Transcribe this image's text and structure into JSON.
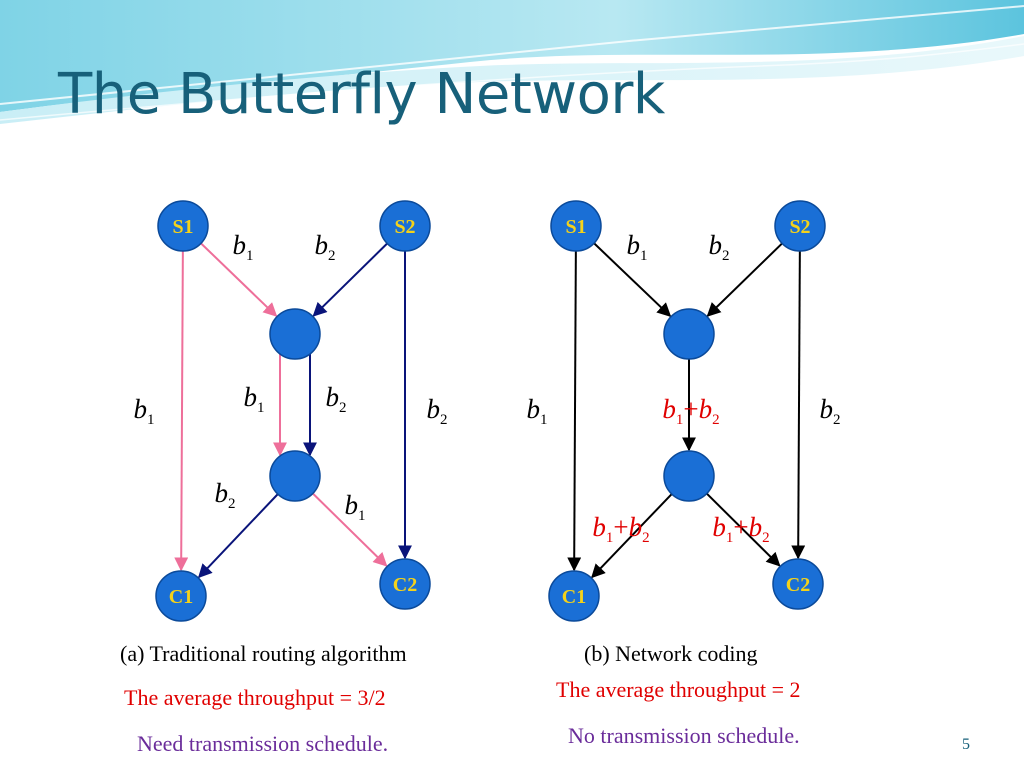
{
  "title": "The Butterfly Network",
  "page_number": "5",
  "colors": {
    "title": "#17607a",
    "node_fill": "#1a6fd6",
    "node_label": "#f4d21a",
    "pink_edge": "#ee6f9a",
    "navy_edge": "#0a147a",
    "black_edge": "#000000",
    "coded_label": "#e00000",
    "purple_text": "#6a2c9a"
  },
  "diagrams": [
    {
      "id": "a",
      "caption": "(a) Traditional routing algorithm",
      "throughput": "The average throughput = 3/2",
      "note": "Need transmission schedule.",
      "nodes": [
        {
          "id": "S1",
          "label": "S1"
        },
        {
          "id": "S2",
          "label": "S2"
        },
        {
          "id": "M1",
          "label": ""
        },
        {
          "id": "M2",
          "label": ""
        },
        {
          "id": "C1",
          "label": "C1"
        },
        {
          "id": "C2",
          "label": "C2"
        }
      ],
      "edges": [
        {
          "from": "S1",
          "to": "M1",
          "color": "pink"
        },
        {
          "from": "S2",
          "to": "M1",
          "color": "navy"
        },
        {
          "from": "S1",
          "to": "C1",
          "color": "pink"
        },
        {
          "from": "S2",
          "to": "C2",
          "color": "navy"
        },
        {
          "from": "M1",
          "to": "M2",
          "color": "pink"
        },
        {
          "from": "M1",
          "to": "M2",
          "color": "navy"
        },
        {
          "from": "M2",
          "to": "C1",
          "color": "navy"
        },
        {
          "from": "M2",
          "to": "C2",
          "color": "pink"
        }
      ],
      "edge_labels": [
        {
          "base": "b",
          "sub": "1"
        },
        {
          "base": "b",
          "sub": "2"
        },
        {
          "base": "b",
          "sub": "1"
        },
        {
          "base": "b",
          "sub": "2"
        },
        {
          "base": "b",
          "sub": "1"
        },
        {
          "base": "b",
          "sub": "2"
        },
        {
          "base": "b",
          "sub": "2"
        },
        {
          "base": "b",
          "sub": "1"
        }
      ]
    },
    {
      "id": "b",
      "caption": "(b) Network coding",
      "throughput": "The average throughput = 2",
      "note": "No transmission schedule.",
      "nodes": [
        {
          "id": "S1",
          "label": "S1"
        },
        {
          "id": "S2",
          "label": "S2"
        },
        {
          "id": "M1",
          "label": ""
        },
        {
          "id": "M2",
          "label": ""
        },
        {
          "id": "C1",
          "label": "C1"
        },
        {
          "id": "C2",
          "label": "C2"
        }
      ],
      "edges": [
        {
          "from": "S1",
          "to": "M1",
          "color": "black"
        },
        {
          "from": "S2",
          "to": "M1",
          "color": "black"
        },
        {
          "from": "S1",
          "to": "C1",
          "color": "black"
        },
        {
          "from": "S2",
          "to": "C2",
          "color": "black"
        },
        {
          "from": "M1",
          "to": "M2",
          "color": "black"
        },
        {
          "from": "M2",
          "to": "C1",
          "color": "black"
        },
        {
          "from": "M2",
          "to": "C2",
          "color": "black"
        }
      ],
      "edge_labels": [
        {
          "base": "b",
          "sub": "1"
        },
        {
          "base": "b",
          "sub": "2"
        },
        {
          "base": "b",
          "sub": "1"
        },
        {
          "base": "b",
          "sub": "2"
        },
        {
          "base": "b",
          "sub": "1",
          "plus": "+",
          "base2": "b",
          "sub2": "2",
          "coded": true
        },
        {
          "base": "b",
          "sub": "1",
          "plus": "+",
          "base2": "b",
          "sub2": "2",
          "coded": true
        },
        {
          "base": "b",
          "sub": "1",
          "plus": "+",
          "base2": "b",
          "sub2": "2",
          "coded": true
        }
      ]
    }
  ]
}
